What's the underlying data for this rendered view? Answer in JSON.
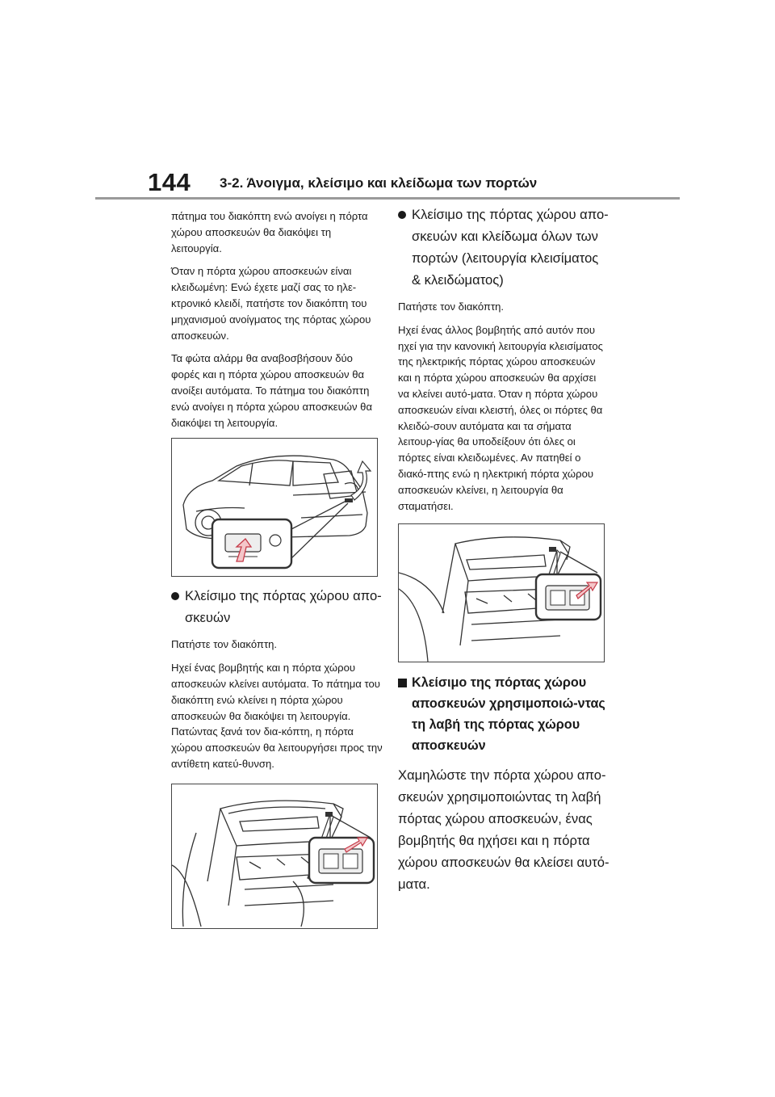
{
  "header": {
    "page_number": "144",
    "section_title": "3-2. Άνοιγμα, κλείσιμο και κλείδωμα των πορτών"
  },
  "left": {
    "p1": "πάτημα του διακόπτη ενώ ανοίγει η πόρτα χώρου αποσκευών θα διακόψει τη λειτουργία.",
    "p2": "Όταν η πόρτα χώρου αποσκευών είναι κλειδωμένη: Ενώ έχετε μαζί σας το ηλε-κτρονικό κλειδί, πατήστε τον διακόπτη του μηχανισμού ανοίγματος της πόρτας χώρου αποσκευών.",
    "p3": "Τα φώτα αλάρμ θα αναβοσβήσουν δύο φορές και η πόρτα χώρου αποσκευών θα ανοίξει αυτόματα. Το πάτημα του διακόπτη ενώ ανοίγει η πόρτα χώρου αποσκευών θα διακόψει τη λειτουργία.",
    "bullet_close": "Κλείσιμο της πόρτας χώρου απο-σκευών",
    "p4": "Πατήστε τον διακόπτη.",
    "p5": "Ηχεί ένας βομβητής και η πόρτα χώρου αποσκευών κλείνει αυτόματα. Το πάτημα του διακόπτη ενώ κλείνει η πόρτα χώρου αποσκευών θα διακόψει τη λειτουργία. Πατώντας ξανά τον δια-κόπτη, η πόρτα χώρου αποσκευών θα λειτουργήσει προς την αντίθετη κατεύ-θυνση."
  },
  "right": {
    "bullet_close_lock": "Κλείσιμο της πόρτας χώρου απο-σκευών και κλείδωμα όλων των πορτών (λειτουργία κλεισίματος & κλειδώματος)",
    "p1": "Πατήστε τον διακόπτη.",
    "p2": "Ηχεί ένας άλλος βομβητής από αυτόν που ηχεί για την κανονική λειτουργία κλεισίματος της ηλεκτρικής πόρτας χώρου αποσκευών και η πόρτα χώρου αποσκευών θα αρχίσει να κλείνει αυτό-ματα. Όταν η πόρτα χώρου αποσκευών είναι κλειστή, όλες οι πόρτες θα κλειδώ-σουν αυτόματα και τα σήματα λειτουρ-γίας θα υποδείξουν ότι όλες οι πόρτες είναι κλειδωμένες. Αν πατηθεί ο διακό-πτης ενώ η ηλεκτρική πόρτα χώρου αποσκευών κλείνει, η λειτουργία θα σταματήσει.",
    "heading_handle": "Κλείσιμο της πόρτας χώρου αποσκευών χρησιμοποιώ-ντας τη λαβή της πόρτας χώρου αποσκευών",
    "p3": "Χαμηλώστε την πόρτα χώρου απο-σκευών χρησιμοποιώντας τη λαβή πόρτας χώρου αποσκευών, ένας βομβητής θα ηχήσει και η πόρτα χώρου αποσκευών θα κλείσει αυτό-ματα."
  },
  "icons": {
    "bullet": "filled-circle",
    "section_marker": "filled-square",
    "press_arrow": "arrow-icon"
  }
}
